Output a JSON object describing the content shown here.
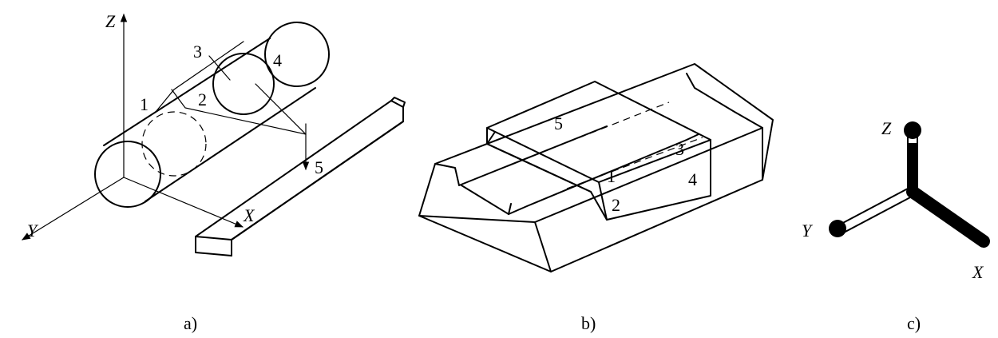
{
  "figure_a": {
    "caption": "a)",
    "axes": {
      "z": "Z",
      "y": "Y",
      "x": "X"
    },
    "points": {
      "p1": "1",
      "p2": "2",
      "p3": "3",
      "p4": "4",
      "p5": "5"
    }
  },
  "figure_b": {
    "caption": "b)",
    "points": {
      "p1": "1",
      "p2": "2",
      "p3": "3",
      "p4": "4",
      "p5": "5"
    }
  },
  "figure_c": {
    "caption": "c)",
    "axes": {
      "z": "Z",
      "y": "Y",
      "x": "X"
    }
  }
}
